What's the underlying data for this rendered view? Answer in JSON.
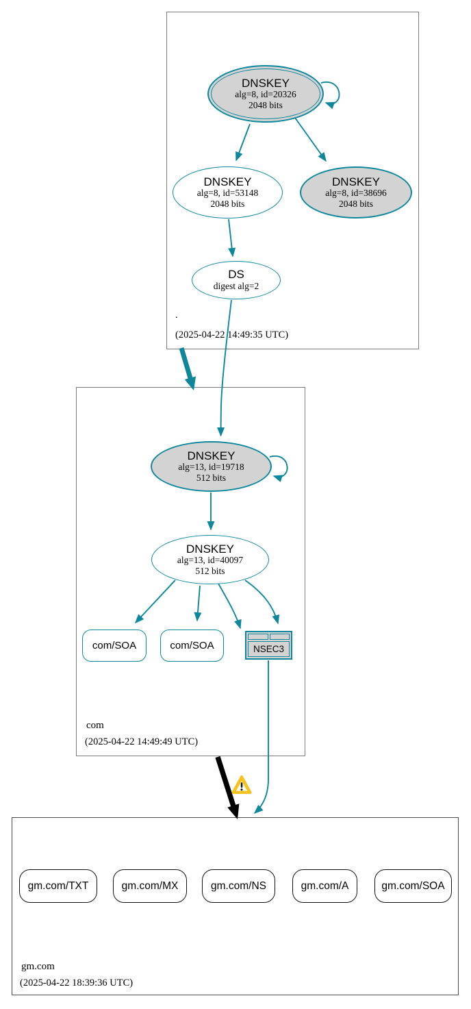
{
  "zones": {
    "root": {
      "name": ".",
      "timestamp": "(2025-04-22 14:49:35 UTC)",
      "ksk": {
        "title": "DNSKEY",
        "alg": "alg=8, id=20326",
        "bits": "2048 bits"
      },
      "zsk": {
        "title": "DNSKEY",
        "alg": "alg=8, id=53148",
        "bits": "2048 bits"
      },
      "ksk2": {
        "title": "DNSKEY",
        "alg": "alg=8, id=38696",
        "bits": "2048 bits"
      },
      "ds": {
        "title": "DS",
        "detail": "digest alg=2"
      }
    },
    "com": {
      "name": "com",
      "timestamp": "(2025-04-22 14:49:49 UTC)",
      "ksk": {
        "title": "DNSKEY",
        "alg": "alg=13, id=19718",
        "bits": "512 bits"
      },
      "zsk": {
        "title": "DNSKEY",
        "alg": "alg=13, id=40097",
        "bits": "512 bits"
      },
      "soa_a": "com/SOA",
      "soa_b": "com/SOA",
      "nsec3_label": "NSEC3"
    },
    "gm": {
      "name": "gm.com",
      "timestamp": "(2025-04-22 18:39:36 UTC)",
      "rrset_txt": "gm.com/TXT",
      "rrset_mx": "gm.com/MX",
      "rrset_ns": "gm.com/NS",
      "rrset_a": "gm.com/A",
      "rrset_soa": "gm.com/SOA"
    }
  },
  "colors": {
    "secure": "#0e879b",
    "insecure_delegation": "#000000",
    "warning_fill": "#f6c21f",
    "node_fill": "#d3d3d3"
  }
}
